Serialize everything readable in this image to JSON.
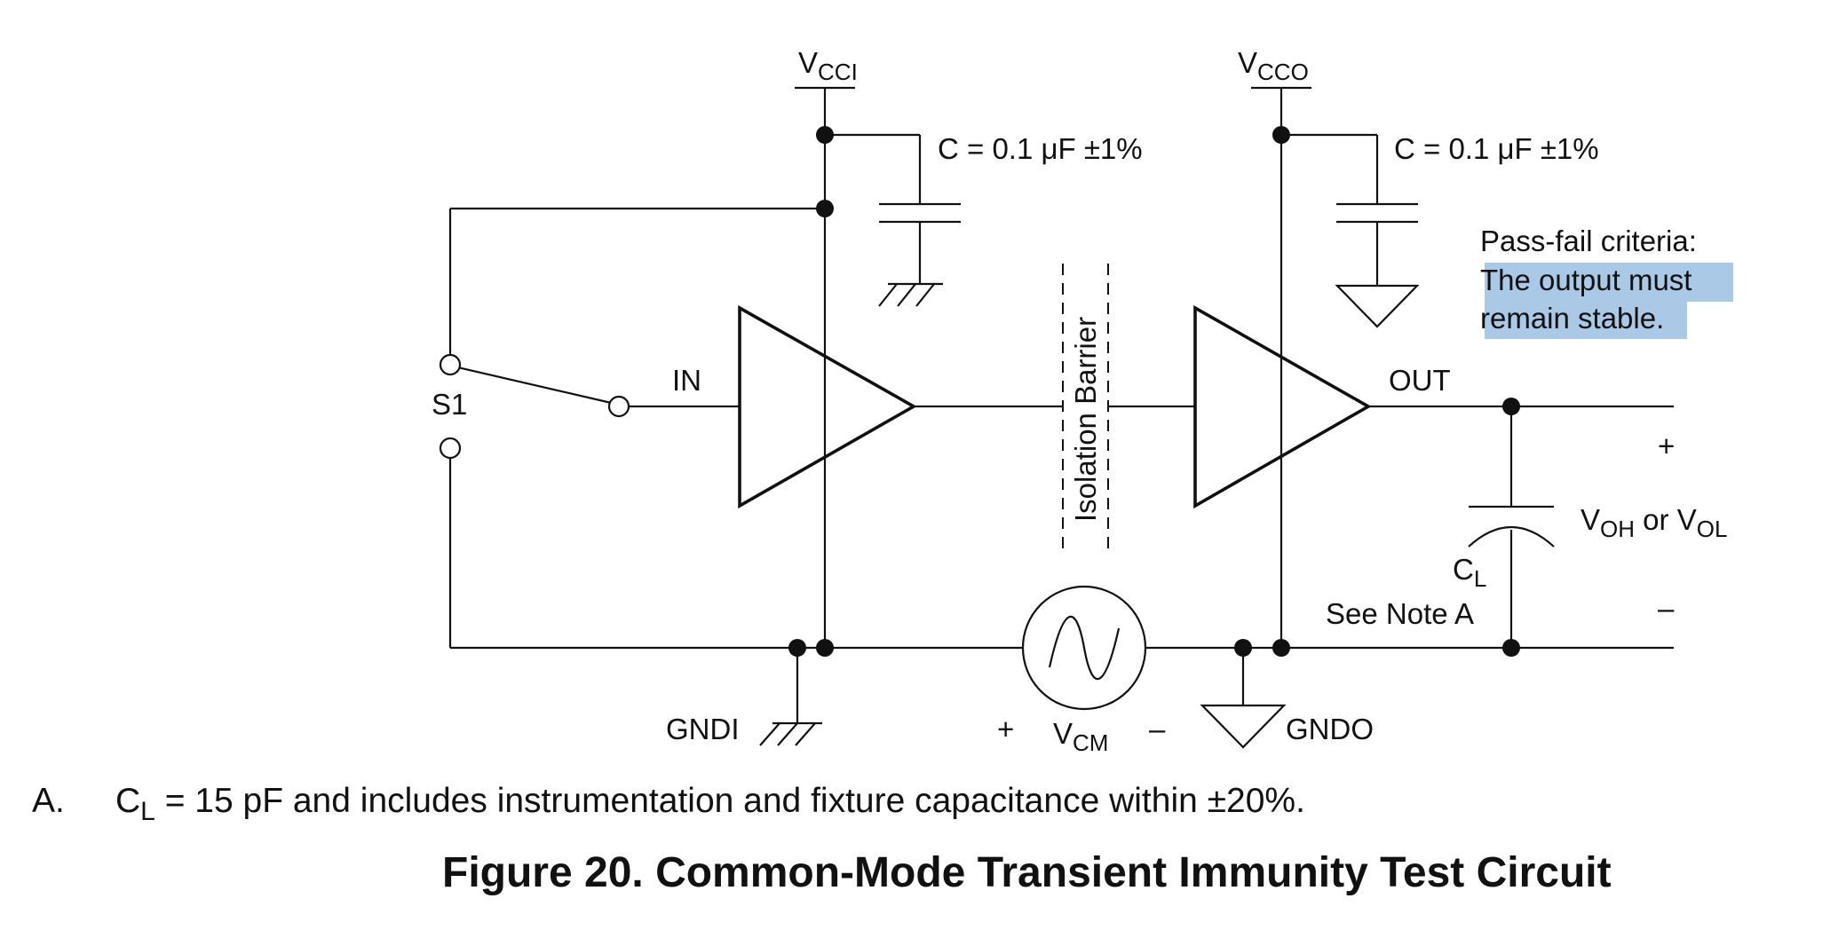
{
  "labels": {
    "vcci_main": "V",
    "vcci_sub": "CCI",
    "vcco_main": "V",
    "vcco_sub": "CCO",
    "cap_in": "C = 0.1 μF ±1%",
    "cap_out": "C = 0.1 μF ±1%",
    "switch": "S1",
    "input": "IN",
    "output": "OUT",
    "barrier": "Isolation Barrier",
    "gndi": "GNDI",
    "gndo": "GNDO",
    "vcm_plus": "+",
    "vcm_main": "V",
    "vcm_sub": "CM",
    "vcm_minus": "–",
    "out_plus": "+",
    "out_minus": "–",
    "voh_main": "V",
    "voh_sub": "OH",
    "or_text": " or V",
    "vol_sub": "OL",
    "cl_main": "C",
    "cl_sub": "L",
    "see_note": "See Note A"
  },
  "criteria": {
    "heading": "Pass-fail criteria:",
    "line1": "The output must",
    "line2": "remain stable."
  },
  "footnote": {
    "marker": "A.",
    "main": "C",
    "sub": "L",
    "text": " = 15 pF and includes instrumentation and fixture capacitance within ±20%."
  },
  "caption": "Figure 20.  Common-Mode Transient Immunity Test Circuit",
  "colors": {
    "highlight": "#a9c9e6",
    "ink": "#111111"
  }
}
